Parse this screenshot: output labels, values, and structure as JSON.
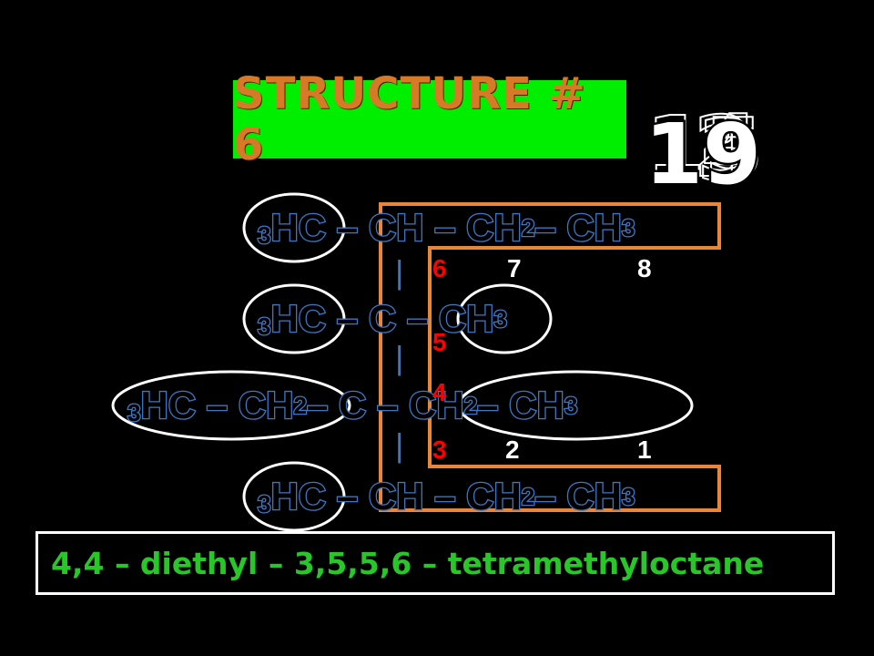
{
  "title": "STRUCTURE # 6",
  "countdown": {
    "current": "19",
    "ghost_digits": [
      "1",
      "2",
      "3",
      "4",
      "5"
    ]
  },
  "rows": [
    {
      "id": "row1",
      "prefix": "3",
      "parts": [
        "HC – CH – CH",
        "2",
        " – CH",
        "3"
      ]
    },
    {
      "id": "row2",
      "prefix": "3",
      "parts": [
        "HC – C – CH",
        "3"
      ]
    },
    {
      "id": "row3",
      "prefix": "3",
      "parts": [
        "HC – CH",
        "2",
        " – C – CH",
        "2",
        " – CH",
        "3"
      ]
    },
    {
      "id": "row4",
      "prefix": "3",
      "parts": [
        "HC – CH – CH",
        "2",
        " – CH",
        "3"
      ]
    }
  ],
  "chain_numbers": {
    "red": [
      "6",
      "5",
      "4",
      "3"
    ],
    "white": [
      "7",
      "8",
      "2",
      "1"
    ]
  },
  "bond_symbol": "|",
  "answer": "4,4 – diethyl – 3,5,5,6 – tetramethyloctane",
  "colors": {
    "title_bg": "#00ee00",
    "title_text": "#d77a27",
    "formula_outline": "#3e76c2",
    "chain_box": "#e8873a",
    "answer_text": "#28c628",
    "red_numbers": "#ff0000"
  }
}
